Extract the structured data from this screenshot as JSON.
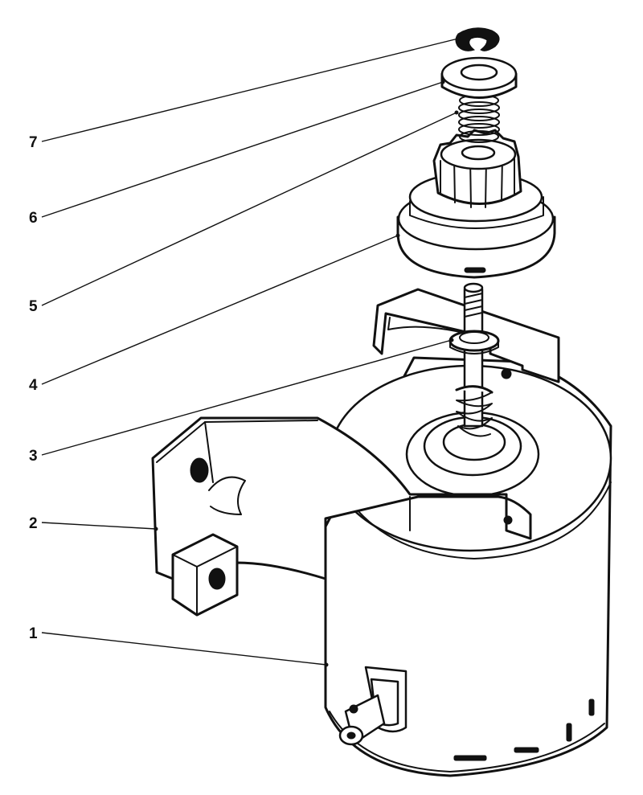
{
  "callouts": [
    {
      "id": "1",
      "label": "1"
    },
    {
      "id": "2",
      "label": "2"
    },
    {
      "id": "3",
      "label": "3"
    },
    {
      "id": "4",
      "label": "4"
    },
    {
      "id": "5",
      "label": "5"
    },
    {
      "id": "6",
      "label": "6"
    },
    {
      "id": "7",
      "label": "7"
    }
  ],
  "parts": [
    {
      "callout": "1",
      "part": "motor-housing"
    },
    {
      "callout": "2",
      "part": "mounting-bracket"
    },
    {
      "callout": "3",
      "part": "thrust-washer"
    },
    {
      "callout": "4",
      "part": "pinion-drive-gear"
    },
    {
      "callout": "5",
      "part": "spring"
    },
    {
      "callout": "6",
      "part": "spring-retainer"
    },
    {
      "callout": "7",
      "part": "retaining-clip"
    }
  ]
}
